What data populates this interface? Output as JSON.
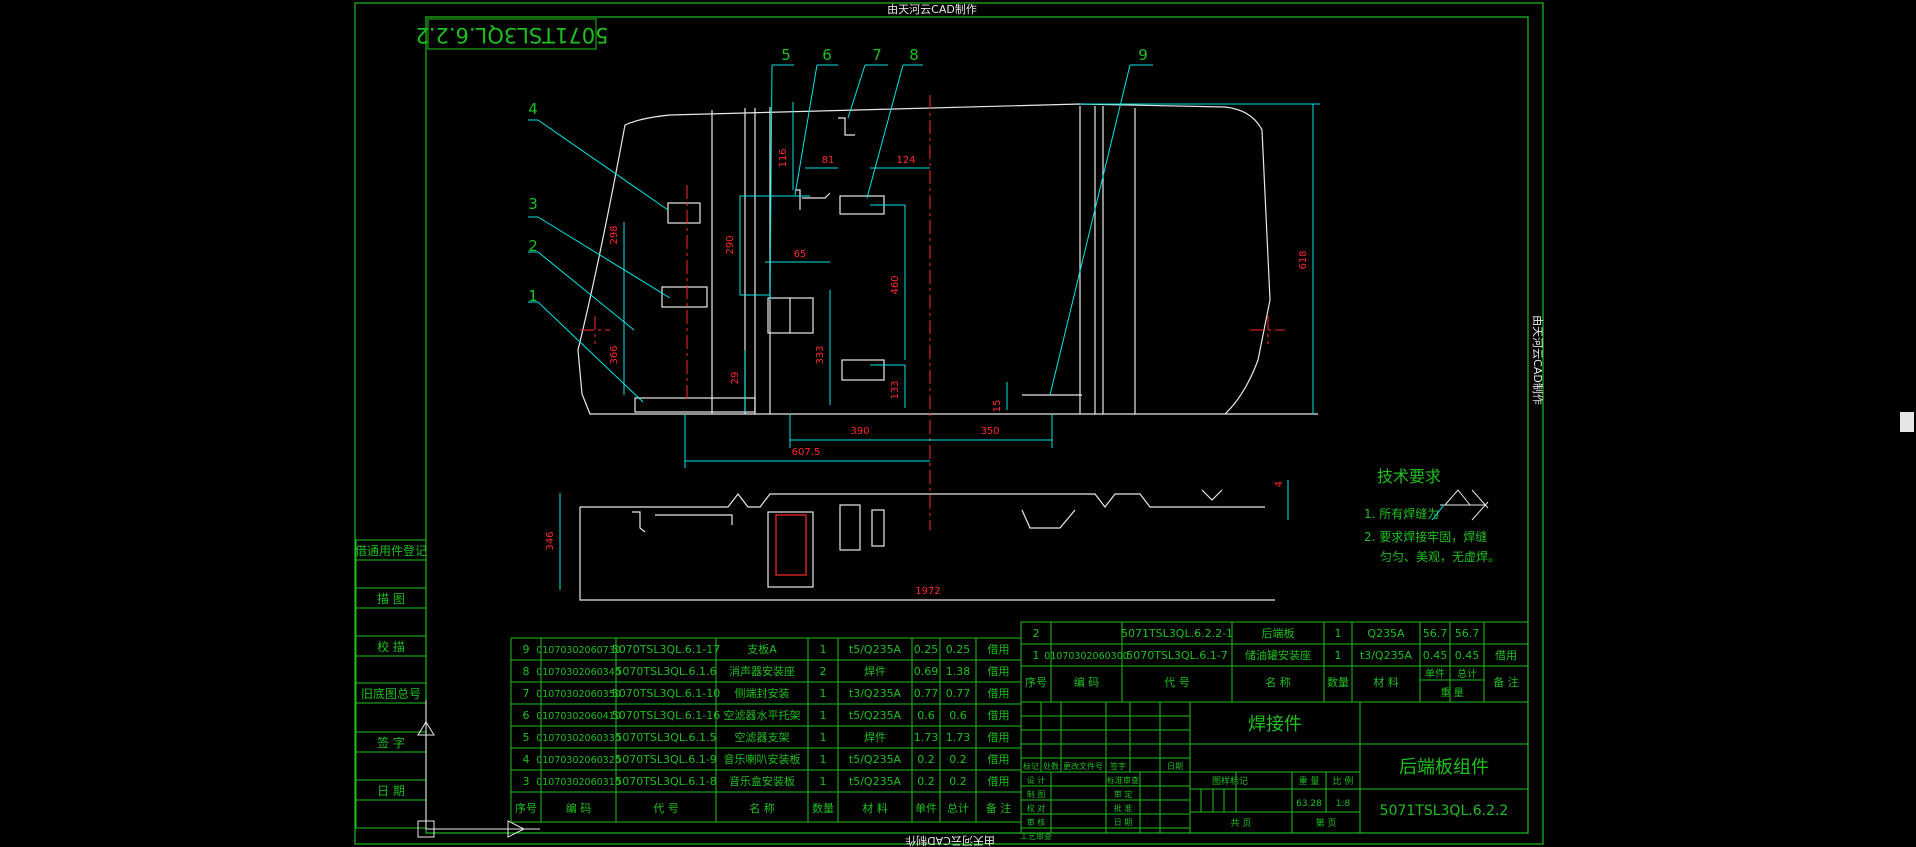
{
  "watermark": "由天河云CAD制作",
  "drawing_no_mirrored": "5071TSL3QL.6.2.2",
  "balloons": [
    "1",
    "2",
    "3",
    "4",
    "5",
    "6",
    "7",
    "8",
    "9"
  ],
  "dims": {
    "d298": "298",
    "d290": "290",
    "d81": "81",
    "d124": "124",
    "d65": "65",
    "d460": "460",
    "d333": "333",
    "d366": "366",
    "d29": "29",
    "d133": "133",
    "d15": "15",
    "d390": "390",
    "d350": "350",
    "d6075": "607.5",
    "d618": "618",
    "d346": "346",
    "d1972": "1972",
    "d4": "4",
    "d16": "116"
  },
  "tech_req": {
    "title": "技术要求",
    "line1": "1. 所有焊缝为",
    "line2": "2. 要求焊接牢固，焊缝",
    "line3": "匀匀、美观，无虚焊。"
  },
  "side_labels": [
    "借通用件登记",
    "描 图",
    "校 描",
    "旧底图总号",
    "签 字",
    "日 期"
  ],
  "bom_left": [
    [
      "9",
      "01070302060730",
      "5070TSL3QL.6.1-17",
      "支板A",
      "1",
      "t5/Q235A",
      "0.25",
      "0.25",
      "借用"
    ],
    [
      "8",
      "01070302060340",
      "5070TSL3QL.6.1.6",
      "消声器安装座",
      "2",
      "焊件",
      "0.69",
      "1.38",
      "借用"
    ],
    [
      "7",
      "01070302060350",
      "5070TSL3QL.6.1-10",
      "侧端封安装",
      "1",
      "t3/Q235A",
      "0.77",
      "0.77",
      "借用"
    ],
    [
      "6",
      "01070302060410",
      "5070TSL3QL.6.1-16",
      "空滤器水平托架",
      "1",
      "t5/Q235A",
      "0.6",
      "0.6",
      "借用"
    ],
    [
      "5",
      "01070302060330",
      "5070TSL3QL.6.1.5",
      "空滤器支架",
      "1",
      "焊件",
      "1.73",
      "1.73",
      "借用"
    ],
    [
      "4",
      "01070302060320",
      "5070TSL3QL.6.1-9",
      "音乐喇叭安装板",
      "1",
      "t5/Q235A",
      "0.2",
      "0.2",
      "借用"
    ],
    [
      "3",
      "01070302060310",
      "5070TSL3QL.6.1-8",
      "音乐盒安装板",
      "1",
      "t5/Q235A",
      "0.2",
      "0.2",
      "借用"
    ]
  ],
  "bom_left_header": [
    "序号",
    "编 码",
    "代 号",
    "名 称",
    "数量",
    "材 料",
    "单件",
    "总计",
    "备 注"
  ],
  "bom_right": [
    [
      "2",
      "",
      "5071TSL3QL.6.2.2-1",
      "后端板",
      "1",
      "Q235A",
      "56.7",
      "56.7",
      ""
    ],
    [
      "1",
      "01070302060300",
      "5070TSL3QL.6.1-7",
      "储油罐安装座",
      "1",
      "t3/Q235A",
      "0.45",
      "0.45",
      "借用"
    ]
  ],
  "bom_right_header": [
    "序号",
    "编 码",
    "代 号",
    "名 称",
    "数量",
    "材 料",
    "单件",
    "总计",
    "备 注"
  ],
  "weight_label": "重 量",
  "title_block": {
    "process": "焊接件",
    "part_name": "后端板组件",
    "drawing_no": "5071TSL3QL.6.2.2",
    "mark_label": "标记",
    "count_label": "处数",
    "file_label": "更改文件号",
    "sign_label": "签字",
    "date_label": "日期",
    "design": "设 计",
    "draw": "制 图",
    "check": "校 对",
    "review": "审 核",
    "process_label": "工艺审查",
    "std_review": "标准审查",
    "audit": "审 定",
    "approve": "批 准",
    "date2": "日 期",
    "stage_label": "图样标记",
    "weight_h": "重 量",
    "scale_h": "比 例",
    "weight": "63.28",
    "scale": "1:8",
    "sheets_total": "共 页",
    "sheet_no": "第 页"
  }
}
